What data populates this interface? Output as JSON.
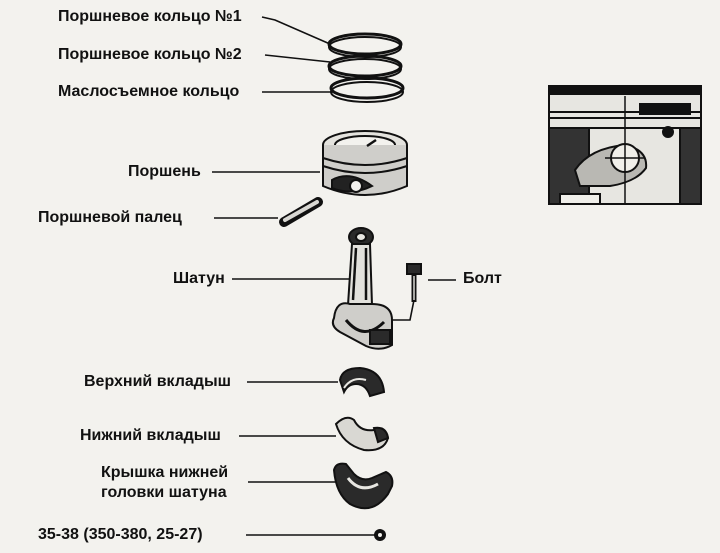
{
  "labels": {
    "ring1": "Поршневое кольцо №1",
    "ring2": "Поршневое кольцо №2",
    "oil_ring": "Маслосъемное кольцо",
    "piston": "Поршень",
    "pin": "Поршневой палец",
    "rod": "Шатун",
    "bolt": "Болт",
    "upper_bearing": "Верхний вкладыш",
    "lower_bearing": "Нижний вкладыш",
    "cap_line1": "Крышка нижней",
    "cap_line2": "головки шатуна",
    "torque": "35-38 (350-380, 25-27)"
  }
}
